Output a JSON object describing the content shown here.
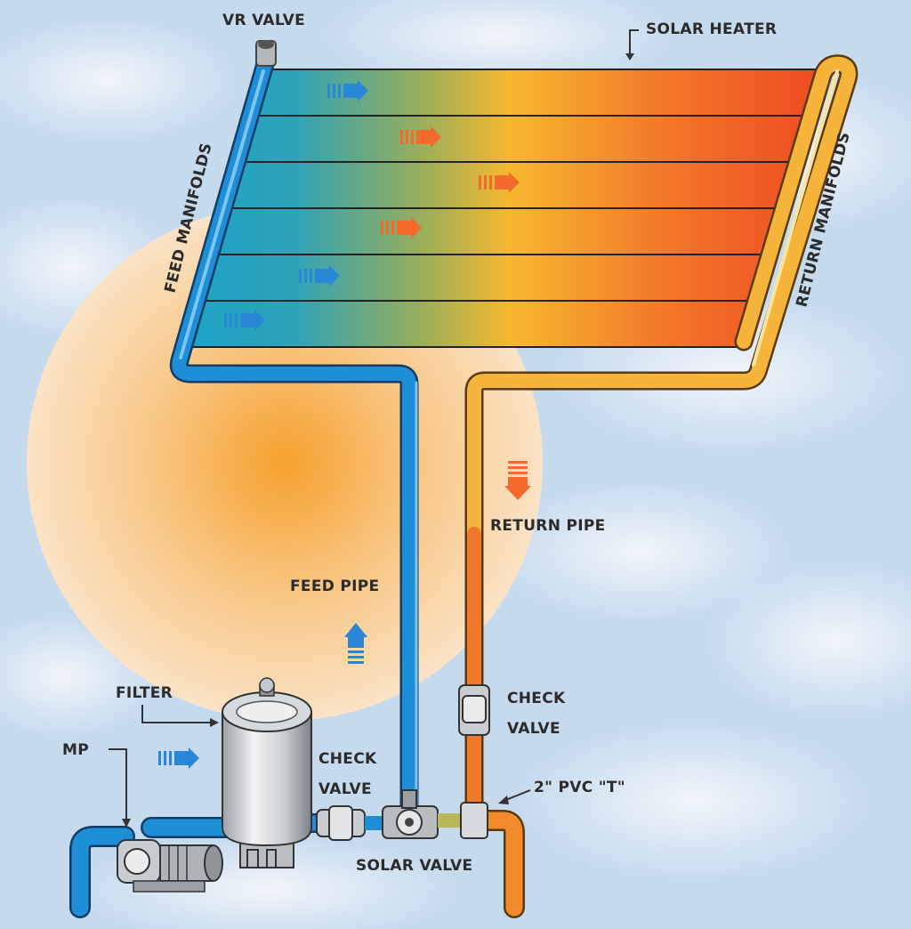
{
  "labels": {
    "vr_valve": "VR VALVE",
    "solar_heater": "SOLAR HEATER",
    "feed_manifolds": "FEED MANIFOLDS",
    "return_manifolds": "RETURN MANIFOLDS",
    "return_pipe": "RETURN PIPE",
    "feed_pipe": "FEED PIPE",
    "filter": "FILTER",
    "mp": "MP",
    "check_valve_1_line1": "CHECK",
    "check_valve_1_line2": "VALVE",
    "check_valve_2_line1": "CHECK",
    "check_valve_2_line2": "VALVE",
    "pvc_t": "2\" PVC \"T\"",
    "solar_valve": "SOLAR VALVE"
  },
  "colors": {
    "feed_water": "#1e8fd6",
    "return_water": "#f08a2a",
    "hot": "#ef4b24",
    "warm": "#f8b52e",
    "cool": "#1aa3c8",
    "sky": "#c9dcef",
    "sun": "#f6a43a"
  }
}
